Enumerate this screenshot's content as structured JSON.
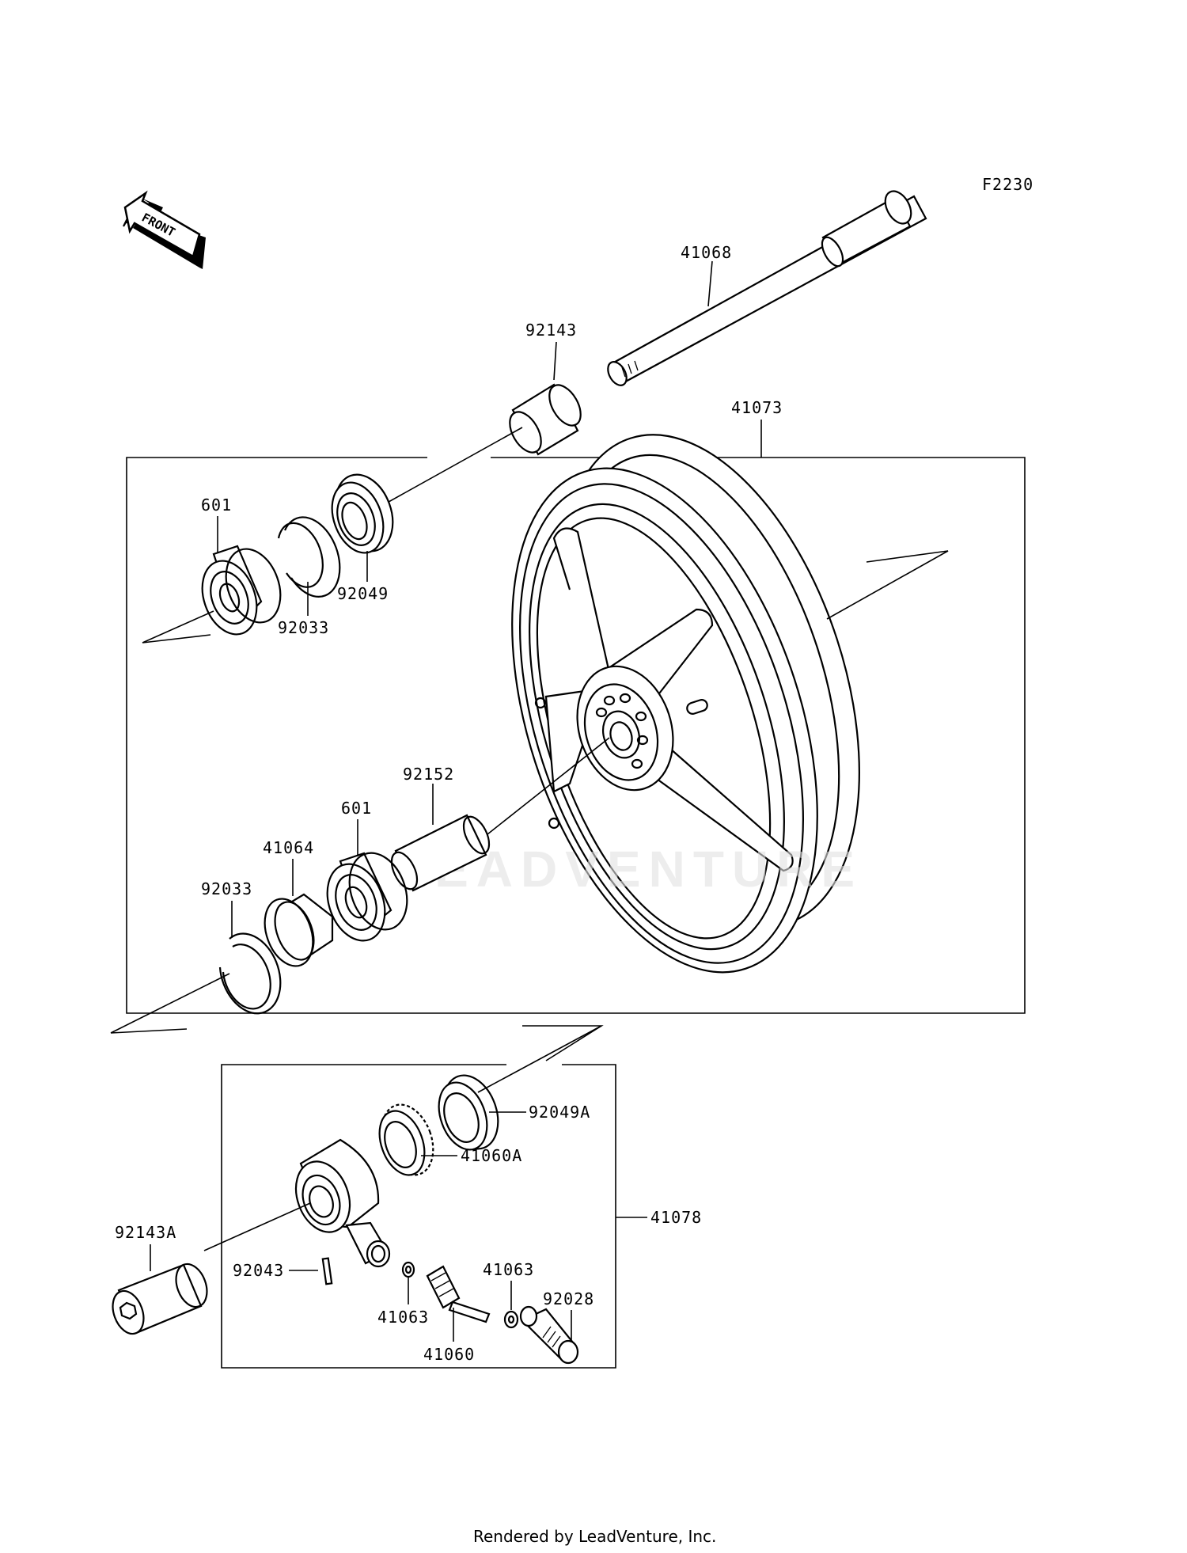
{
  "diagram_code": "F2230",
  "front_arrow_label": "FRONT",
  "watermark": "LEADVENTURE",
  "footer": "Rendered by LeadVenture, Inc.",
  "parts": {
    "axle": "41068",
    "collar_upper": "92143",
    "wheel_assembly": "41073",
    "bearing_upper": "601",
    "circlip_upper": "92033",
    "oil_seal_upper": "92049",
    "collar_center": "92152",
    "bearing_lower": "601",
    "speedo_plate": "41064",
    "circlip_lower": "92033",
    "oil_seal_gearbox": "92049A",
    "speedo_gear": "41060A",
    "gearbox_assembly": "41078",
    "collar_left": "92143A",
    "pin": "92043",
    "washer_right": "41063",
    "washer_left": "41063",
    "pinion": "41060",
    "bushing": "92028"
  }
}
